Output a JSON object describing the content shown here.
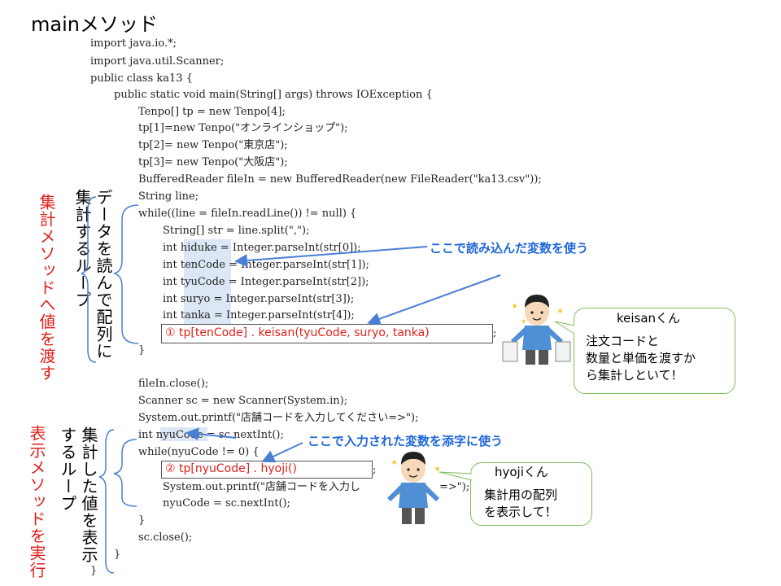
{
  "title": "mainメソッド",
  "code_lines": [
    "import java.io.*;",
    "import java.util.Scanner;",
    "public class ka13 {",
    "public static void main(String[] args) throws IOException {",
    "Tenpo[] tp = new Tenpo[4];",
    "tp[1]=new Tenpo(\"オンラインショップ\");",
    "tp[2]= new Tenpo(\"東京店\");",
    "tp[3]= new Tenpo(\"大阪店\");",
    "BufferedReader fileIn = new BufferedReader(new FileReader(\"ka13.csv\"));",
    "String line;",
    "while((line = fileIn.readLine()) != null) {",
    "String[] str = line.split(\",\");",
    "int hiduke = Integer.parseInt(str[0]);",
    "int tenCode = Integer.parseInt(str[1]);",
    "int tyuCode = Integer.parseInt(str[2]);",
    "int suryo = Integer.parseInt(str[3]);",
    "int tanka = Integer.parseInt(str[4]);",
    ";",
    "}",
    "fileIn.close();",
    "Scanner sc = new Scanner(System.in);",
    "System.out.printf(\"店舗コードを入力してください=>\");",
    "int nyuCode = sc.nextInt();",
    "while(nyuCode != 0) {",
    ";",
    "System.out.printf(\"店舗コードを入力し",
    "=>\");",
    "nyuCode = sc.nextInt();",
    "}",
    "sc.close();",
    "}",
    "}"
  ],
  "callouts": {
    "call1": "① tp[tenCode] . keisan(tyuCode, suryo, tanka)",
    "call2": "② tp[nyuCode] . hyoji()"
  },
  "annotations": {
    "loop1": "データを読んで配列に集計するループ",
    "method1": "集計メソッドへ値を渡す",
    "loop2": "集計した値を表示するループ",
    "method2": "表示メソッドを実行",
    "blue1": "ここで読み込んだ変数を使う",
    "blue2": "ここで入力された変数を添字に使う"
  },
  "bubbles": {
    "keisan_name": "keisanくん",
    "keisan_text": "注文コードと\n数量と単価を渡すか\nら集計しといて！",
    "hyoji_name": "hyojiくん",
    "hyoji_text": "集計用の配列\nを表示して！"
  },
  "colors": {
    "red": "#e0201a",
    "blue": "#1f66d8",
    "bubble_border": "#7fbf5a"
  }
}
